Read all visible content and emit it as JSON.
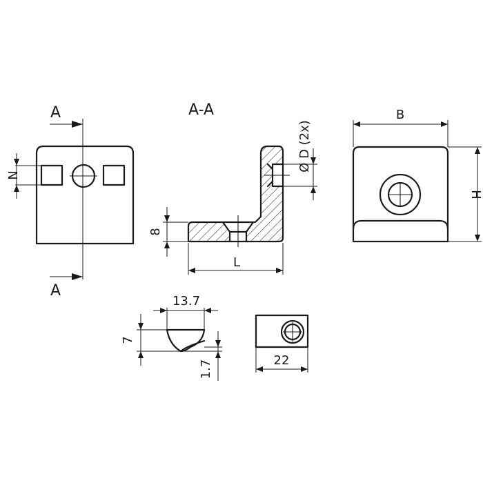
{
  "labels": {
    "section_title": "A-A",
    "section_mark_top": "A",
    "section_mark_bottom": "A",
    "dim_N": "N",
    "dim_8": "8",
    "dim_L": "L",
    "dim_D": "Ø D (2x)",
    "dim_B": "B",
    "dim_H": "H",
    "dim_13_7": "13.7",
    "dim_7": "7",
    "dim_1_7": "1.7",
    "dim_22": "22"
  }
}
